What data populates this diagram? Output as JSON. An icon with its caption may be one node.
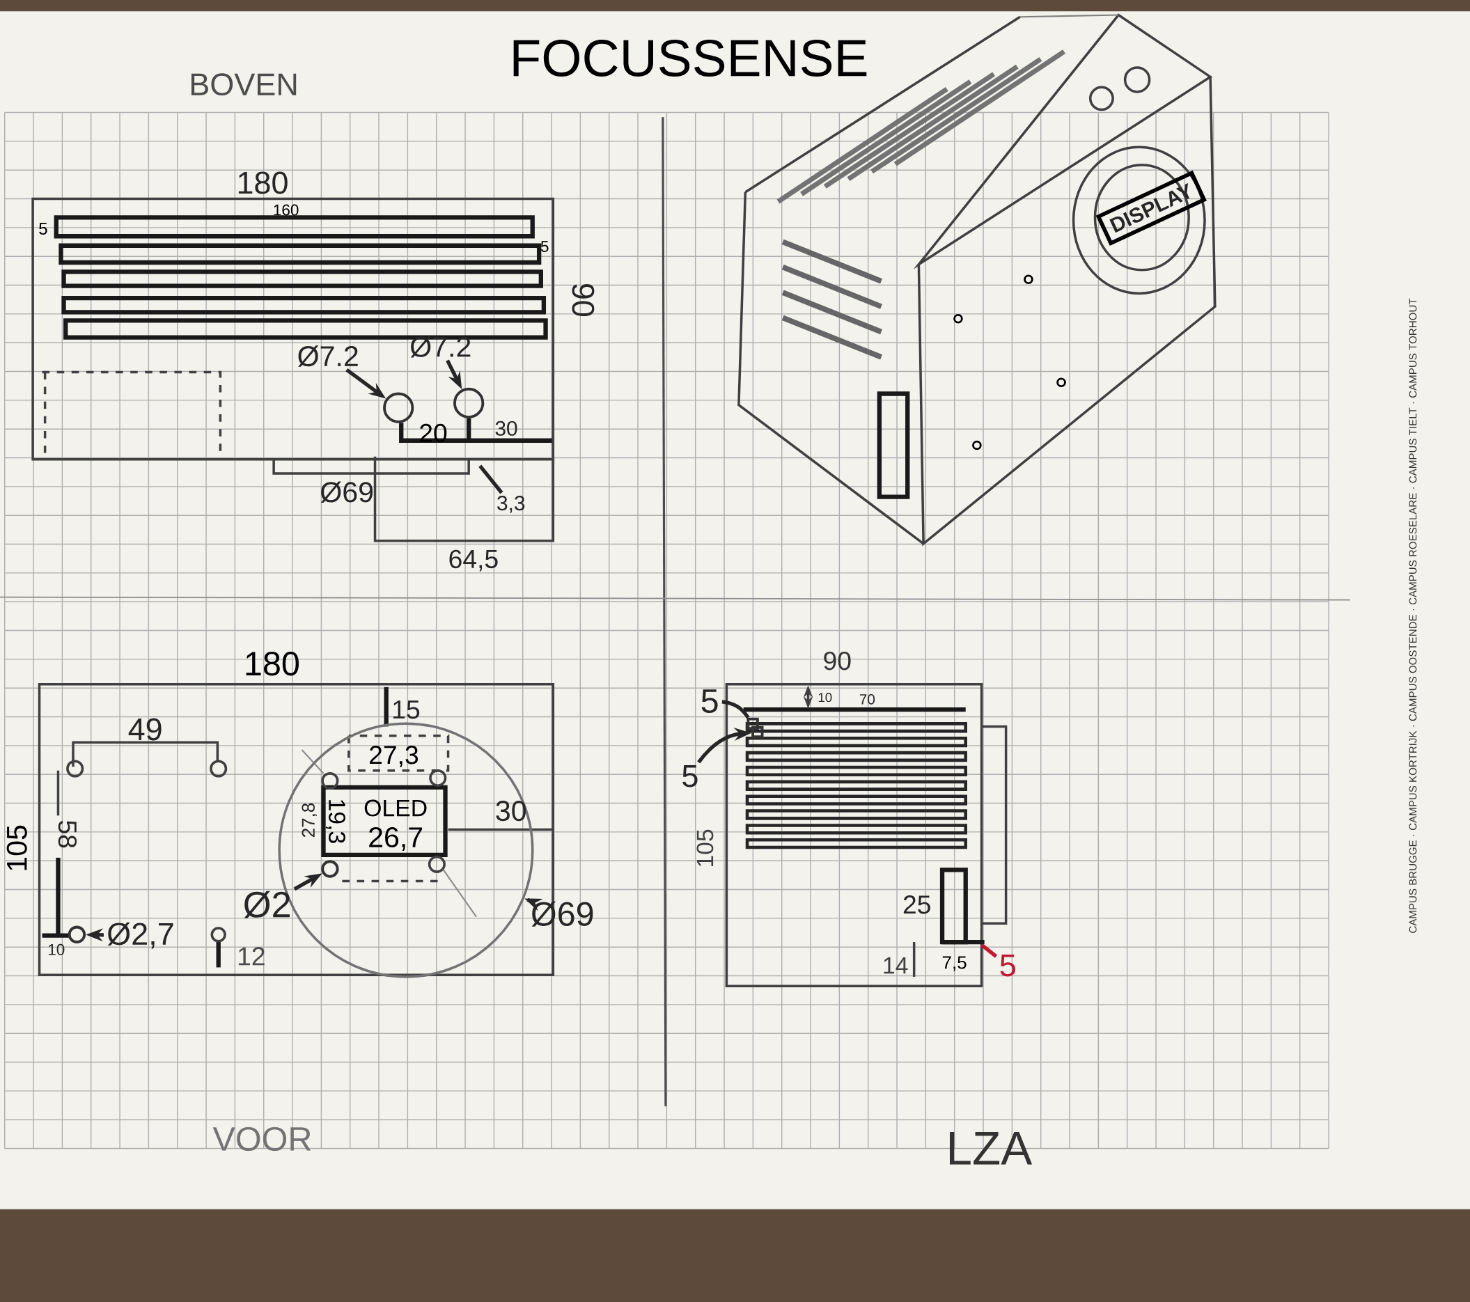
{
  "diagram": {
    "nodes": [
      {
        "text": [
          "Ø7.2"
        ]
      },
      {
        "text": [],
        "shape": "circle"
      },
      {
        "text": [
          "Ø7.2"
        ]
      },
      {
        "text": [],
        "shape": "circle"
      },
      {
        "text": [
          "3,3"
        ]
      },
      {
        "text": [],
        "shape": "circle"
      },
      {
        "text": [
          "Ø2"
        ]
      },
      {
        "text": [],
        "shape": "circle",
        "in": 5
      },
      {
        "text": [
          "Ø69"
        ]
      },
      {
        "text": [
          "Ø2,7"
        ]
      },
      {
        "text": [],
        "shape": "circle"
      },
      {
        "text": [
          "5"
        ]
      },
      {
        "text": [
          "5"
        ]
      },
      {
        "text": [
          "5"
        ]
      },
      {
        "text": [
          "DISPLAY"
        ]
      },
      {
        "text": [],
        "shape": "box"
      },
      {
        "text": [],
        "shape": "box"
      }
    ],
    "edges": [
      {
        "from": 0,
        "to": 1,
        "arrow": "to"
      },
      {
        "from": 2,
        "to": 3,
        "arrow": "to"
      },
      {
        "from": 4,
        "to": null,
        "arrow": "none"
      },
      {
        "from": 6,
        "to": 7,
        "arrow": "to"
      },
      {
        "from": 8,
        "to": 5,
        "arrow": "to"
      },
      {
        "from": 9,
        "to": 10,
        "arrow": "to"
      },
      {
        "from": 11,
        "to": 15,
        "arrow": "none"
      },
      {
        "from": 12,
        "to": 16,
        "arrow": "to"
      },
      {
        "from": 13,
        "to": null,
        "arrow": "none",
        "color": "#c0182e"
      }
    ],
    "labels": [
      "FOCUSSENSE",
      "BOVEN",
      "180",
      "160",
      "5",
      "5",
      "90",
      "20",
      "30",
      "Ø69",
      "64,5",
      "180",
      "90",
      "10",
      "70",
      "15",
      "49",
      "27,3",
      "OLED",
      "30",
      "105",
      "58",
      "27,8",
      "19,3",
      "26,7",
      "105",
      "25",
      "10",
      "12",
      "14",
      "7,5",
      "VOOR",
      "LZA",
      "CAMPUS BRUGGE · CAMPUS KORTRIJK · CAMPUS OOSTENDE · CAMPUS ROESELARE · CAMPUS TIELT · CAMPUS TORHOUT"
    ]
  }
}
